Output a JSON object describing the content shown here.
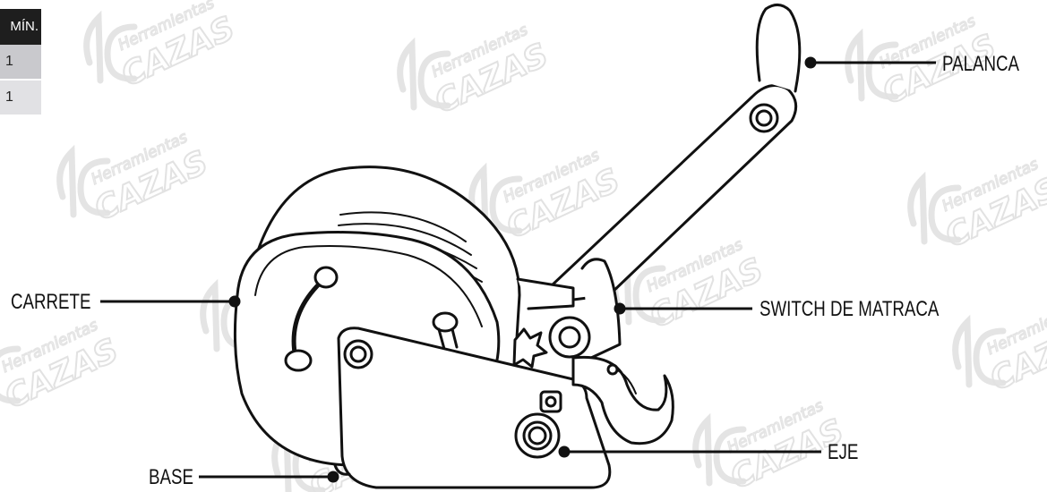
{
  "table": {
    "header": "MÍN.",
    "rows": [
      "1",
      "1"
    ]
  },
  "labels": {
    "palanca": "PALANCA",
    "switch": "SWITCH DE MATRACA",
    "carrete": "CARRETE",
    "eje": "EJE",
    "base": "BASE"
  },
  "watermark": {
    "logo_letters": "HC",
    "top_text": "Herramientas",
    "bottom_text": "CAZAS"
  },
  "colors": {
    "line": "#111111",
    "watermark": "#e8e8e8",
    "table_header": "#1e1e1e"
  }
}
